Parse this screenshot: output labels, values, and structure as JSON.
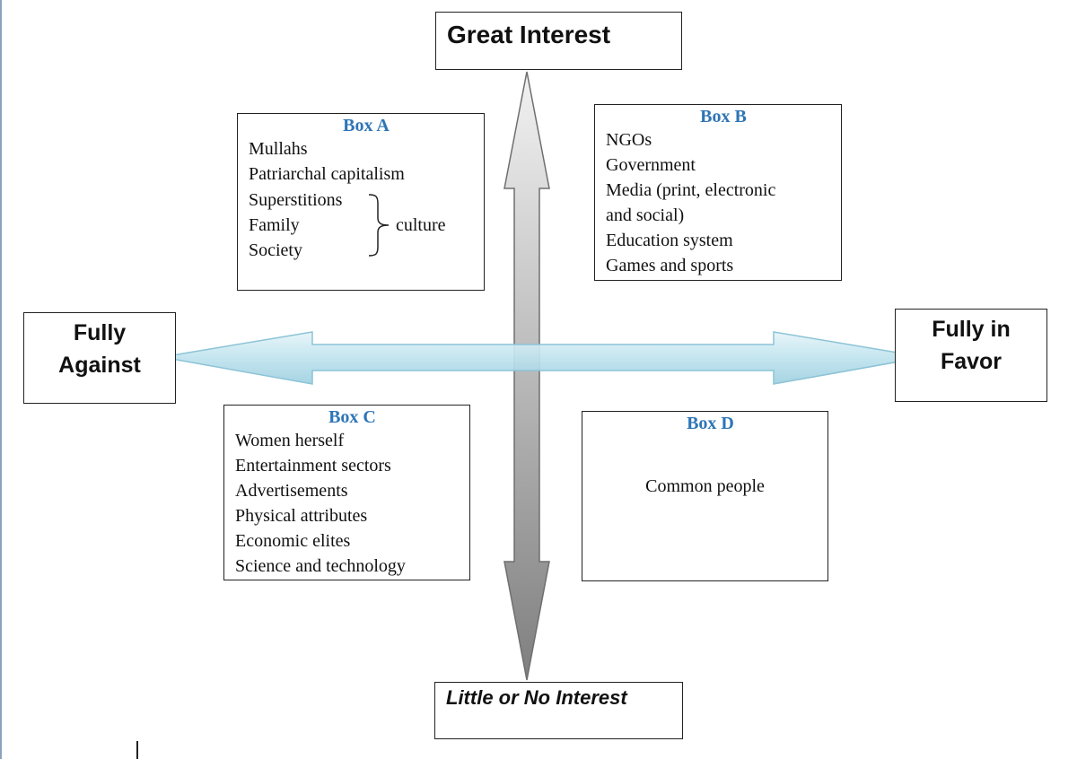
{
  "axes": {
    "top": "Great Interest",
    "bottom": "Little or No Interest",
    "left_line1": "Fully",
    "left_line2": "Against",
    "right_line1": "Fully in",
    "right_line2": "Favor"
  },
  "colors": {
    "box_title": "#2e75b6",
    "horizontal_arrow_fill": "#bfe3ee",
    "vertical_arrow_top": "#f2f2f2",
    "vertical_arrow_bottom": "#7f7f7f"
  },
  "boxes": {
    "a": {
      "title": "Box A",
      "items": [
        "Mullahs",
        "Patriarchal capitalism"
      ],
      "brace_items": [
        "Superstitions",
        "Family",
        "Society"
      ],
      "brace_label": "culture"
    },
    "b": {
      "title": "Box B",
      "items": [
        "NGOs",
        "Government",
        "Media (print, electronic",
        "and social)",
        "Education system",
        "Games and sports"
      ]
    },
    "c": {
      "title": "Box C",
      "items": [
        "Women herself",
        "Entertainment sectors",
        "Advertisements",
        "Physical attributes",
        "Economic elites",
        "Science and technology"
      ]
    },
    "d": {
      "title": "Box D",
      "text": "Common people"
    }
  }
}
